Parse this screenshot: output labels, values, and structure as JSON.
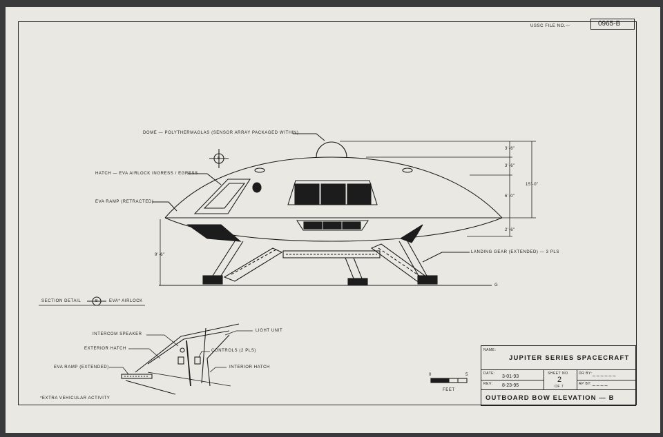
{
  "file": {
    "label": "USSC FILE NO.—",
    "number": "0965-B"
  },
  "callouts": {
    "dome": "DOME — POLYTHERMAGLAS (SENSOR ARRAY PACKAGED WITHIN)",
    "hatch": "HATCH — EVA AIRLOCK INGRESS / EGRESS",
    "eva_ramp": "EVA RAMP (RETRACTED)",
    "landing_gear": "LANDING GEAR (EXTENDED) — 3 PLS",
    "ground": "G"
  },
  "section_marker": "B",
  "dimensions": {
    "d1": "3'-6\"",
    "d2": "3'-6\"",
    "d3": "6'-0\"",
    "d4": "2'-6\"",
    "overall": "15'-0\"",
    "ground_clear": "9'-6\""
  },
  "section": {
    "heading_left": "SECTION DETAIL",
    "marker": "B",
    "heading_right": "EVA* AIRLOCK",
    "labels": {
      "intercom": "INTERCOM SPEAKER",
      "exterior_hatch": "EXTERIOR HATCH",
      "eva_ramp_ext": "EVA RAMP (EXTENDED)",
      "light_unit": "LIGHT UNIT",
      "controls": "CONTROLS (2 PLS)",
      "interior_hatch": "INTERIOR HATCH"
    },
    "footnote": "*EXTRA VEHICULAR ACTIVITY"
  },
  "scale": {
    "zero": "0",
    "five": "5",
    "unit": "FEET"
  },
  "title_block": {
    "name_label": "NAME:",
    "name": "JUPITER SERIES SPACECRAFT",
    "date_label": "DATE:",
    "date": "3-01-93",
    "rev_label": "REV:",
    "rev": "8-23-95",
    "sheet_label": "SHEET NO",
    "sheet_no": "2",
    "sheet_of": "OF 7",
    "dr_label": "DR BY:",
    "ap_label": "AP BY:",
    "drawing_title": "OUTBOARD BOW ELEVATION — B"
  }
}
